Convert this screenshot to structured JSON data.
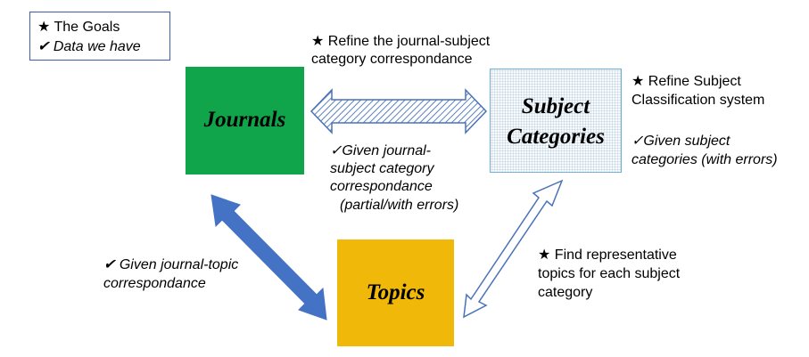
{
  "legend": {
    "goal_line": "★ The Goals",
    "data_line": "✔ Data we have"
  },
  "nodes": {
    "journals": "Journals",
    "subject_line1": "Subject",
    "subject_line2": "Categories",
    "topics": "Topics"
  },
  "annotations": {
    "refine_correspondance": [
      "★ Refine the journal-subject",
      "category correspondance"
    ],
    "given_correspondance": [
      "✓Given journal-",
      "subject category",
      "correspondance",
      "(partial/with errors)"
    ],
    "refine_classification": [
      "★ Refine Subject",
      "Classification system"
    ],
    "given_subjects": [
      "✓Given subject",
      "categories (with errors)"
    ],
    "given_journal_topic": [
      "✔ Given journal-topic",
      "correspondance"
    ],
    "find_topics": [
      "★ Find representative",
      "topics for each subject",
      "category"
    ]
  },
  "colors": {
    "journals": "#10a54a",
    "topics": "#f0b809",
    "subjects_border": "#6fb0d4",
    "solid_arrow": "#4472c4",
    "outline_arrow": "#4a72b8",
    "legend_border": "#3b5fa8"
  }
}
